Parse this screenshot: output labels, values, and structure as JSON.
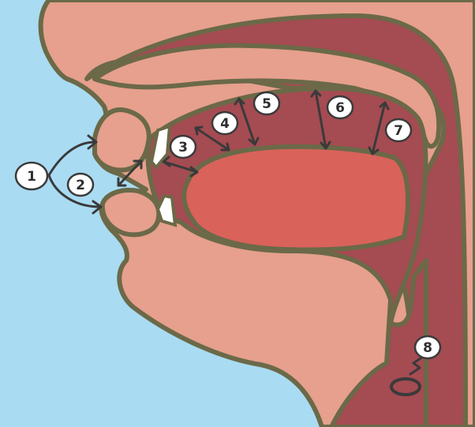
{
  "labels": [
    {
      "id": "1",
      "text": "1"
    },
    {
      "id": "2",
      "text": "2"
    },
    {
      "id": "3",
      "text": "3"
    },
    {
      "id": "4",
      "text": "4"
    },
    {
      "id": "5",
      "text": "5"
    },
    {
      "id": "6",
      "text": "6"
    },
    {
      "id": "7",
      "text": "7"
    },
    {
      "id": "8",
      "text": "8"
    }
  ],
  "colors": {
    "sky": "#a9dbf2",
    "skin": "#e6a08d",
    "cavity": "#a54b52",
    "tongue": "#d9625a",
    "outline": "#6b6948",
    "teeth": "#ffffff",
    "arrow": "#3a3a3a"
  }
}
